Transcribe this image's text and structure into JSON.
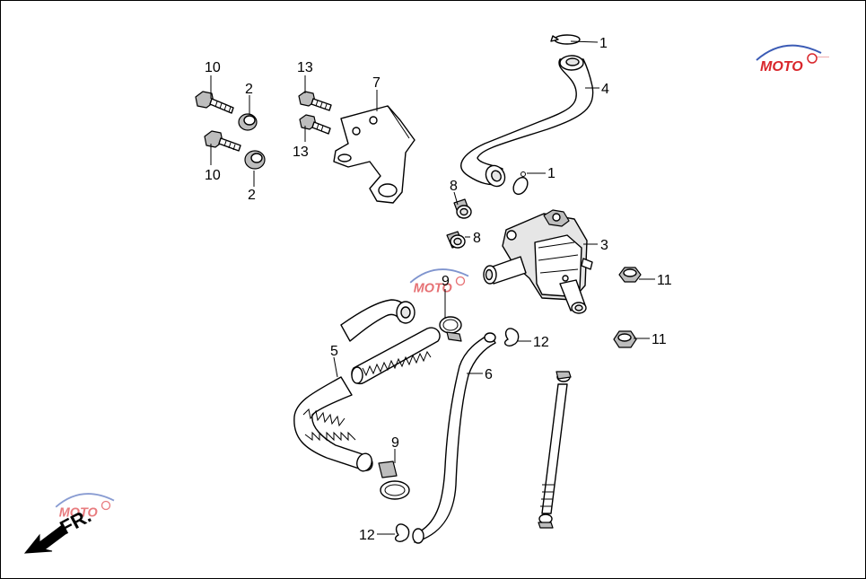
{
  "callouts": [
    {
      "id": "c1a",
      "label": "1"
    },
    {
      "id": "c1b",
      "label": "1"
    },
    {
      "id": "c2a",
      "label": "2"
    },
    {
      "id": "c2b",
      "label": "2"
    },
    {
      "id": "c3",
      "label": "3"
    },
    {
      "id": "c4",
      "label": "4"
    },
    {
      "id": "c5",
      "label": "5"
    },
    {
      "id": "c6",
      "label": "6"
    },
    {
      "id": "c7",
      "label": "7"
    },
    {
      "id": "c8a",
      "label": "8"
    },
    {
      "id": "c8b",
      "label": "8"
    },
    {
      "id": "c9a",
      "label": "9"
    },
    {
      "id": "c9b",
      "label": "9"
    },
    {
      "id": "c10a",
      "label": "10"
    },
    {
      "id": "c10b",
      "label": "10"
    },
    {
      "id": "c11a",
      "label": "11"
    },
    {
      "id": "c11b",
      "label": "11"
    },
    {
      "id": "c12a",
      "label": "12"
    },
    {
      "id": "c12b",
      "label": "12"
    },
    {
      "id": "c13a",
      "label": "13"
    },
    {
      "id": "c13b",
      "label": "13"
    }
  ],
  "direction_indicator": {
    "label": "FR.",
    "icon": "front-arrow-icon"
  },
  "watermark": {
    "logo_text": "MOTO",
    "icon": "moto-watermark-logo",
    "colors": {
      "red": "#d9262b",
      "blue": "#3b5bb5"
    }
  }
}
